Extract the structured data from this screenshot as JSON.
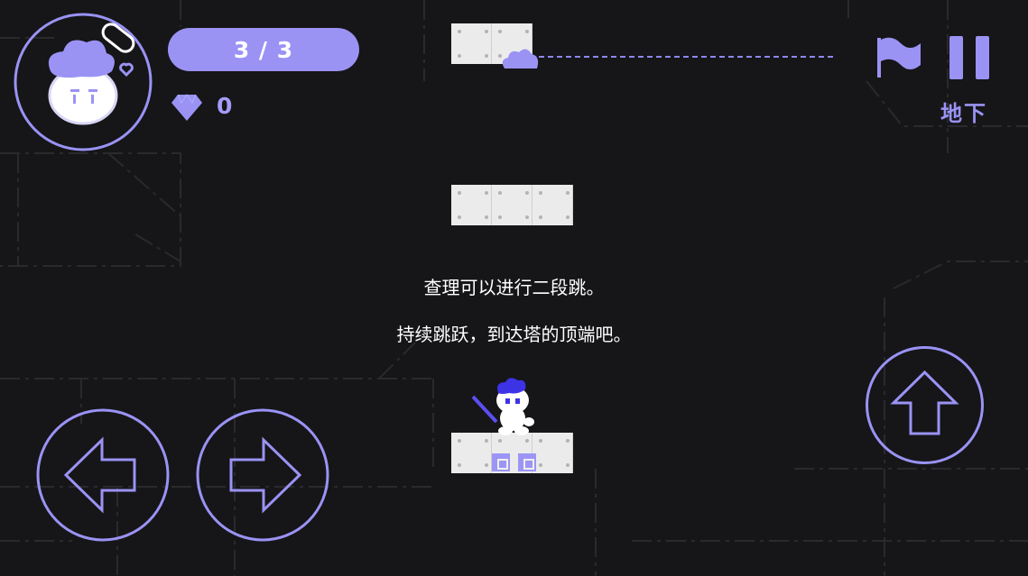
{
  "hud": {
    "progress_text": "3 / 3",
    "gem_count": "0",
    "area_label": "地下"
  },
  "tutorial": {
    "line_1": "查理可以进行二段跳。",
    "line_2": "持续跳跃，到达塔的顶端吧。"
  },
  "icons": {
    "avatar": "charlie-avatar-icon",
    "gem": "gem-icon",
    "flag": "flag-icon",
    "pause": "pause-icon",
    "left": "arrow-left-icon",
    "right": "arrow-right-icon",
    "jump": "arrow-up-icon"
  },
  "colors": {
    "background": "#161518",
    "accent": "#9a93f4",
    "accent_dark": "#8e87ee",
    "tile": "#ebebeb",
    "text": "#ffffff"
  }
}
